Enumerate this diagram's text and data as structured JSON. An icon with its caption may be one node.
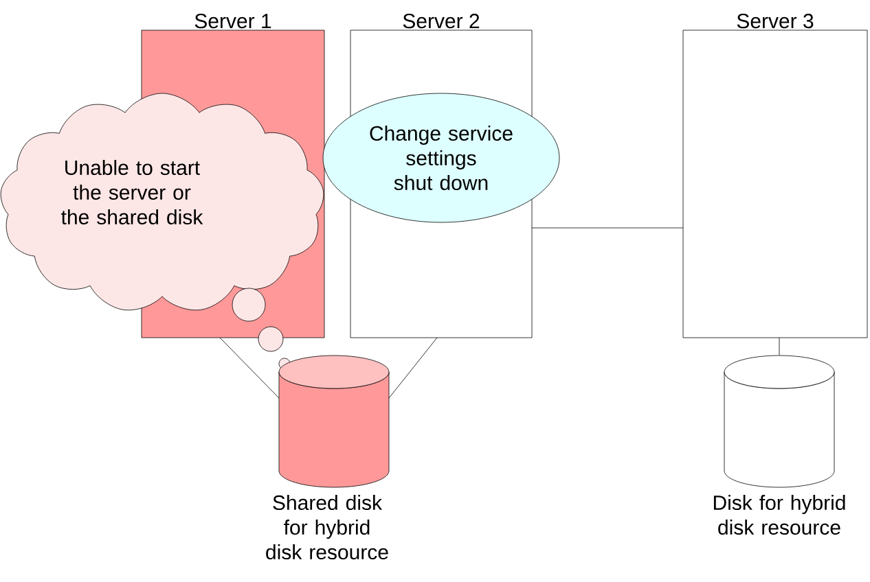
{
  "diagram": {
    "nodes": [
      {
        "text": [
          "Server 1"
        ]
      },
      {
        "text": [
          "Server 2"
        ]
      },
      {
        "text": [
          "Server 3"
        ]
      },
      {
        "text": [
          "Unable to start the server or the shared disk"
        ]
      },
      {
        "text": [
          "Change service settings shut down"
        ]
      },
      {
        "text": [
          "Shared disk for hybrid disk resource"
        ]
      },
      {
        "text": [
          "Disk for hybrid disk resource"
        ]
      }
    ],
    "edges": [
      {
        "from": 0,
        "to": 5,
        "arrow": "none"
      },
      {
        "from": 1,
        "to": 5,
        "arrow": "none"
      },
      {
        "from": 1,
        "to": 2,
        "arrow": "none"
      },
      {
        "from": 2,
        "to": 6,
        "arrow": "none"
      }
    ]
  }
}
